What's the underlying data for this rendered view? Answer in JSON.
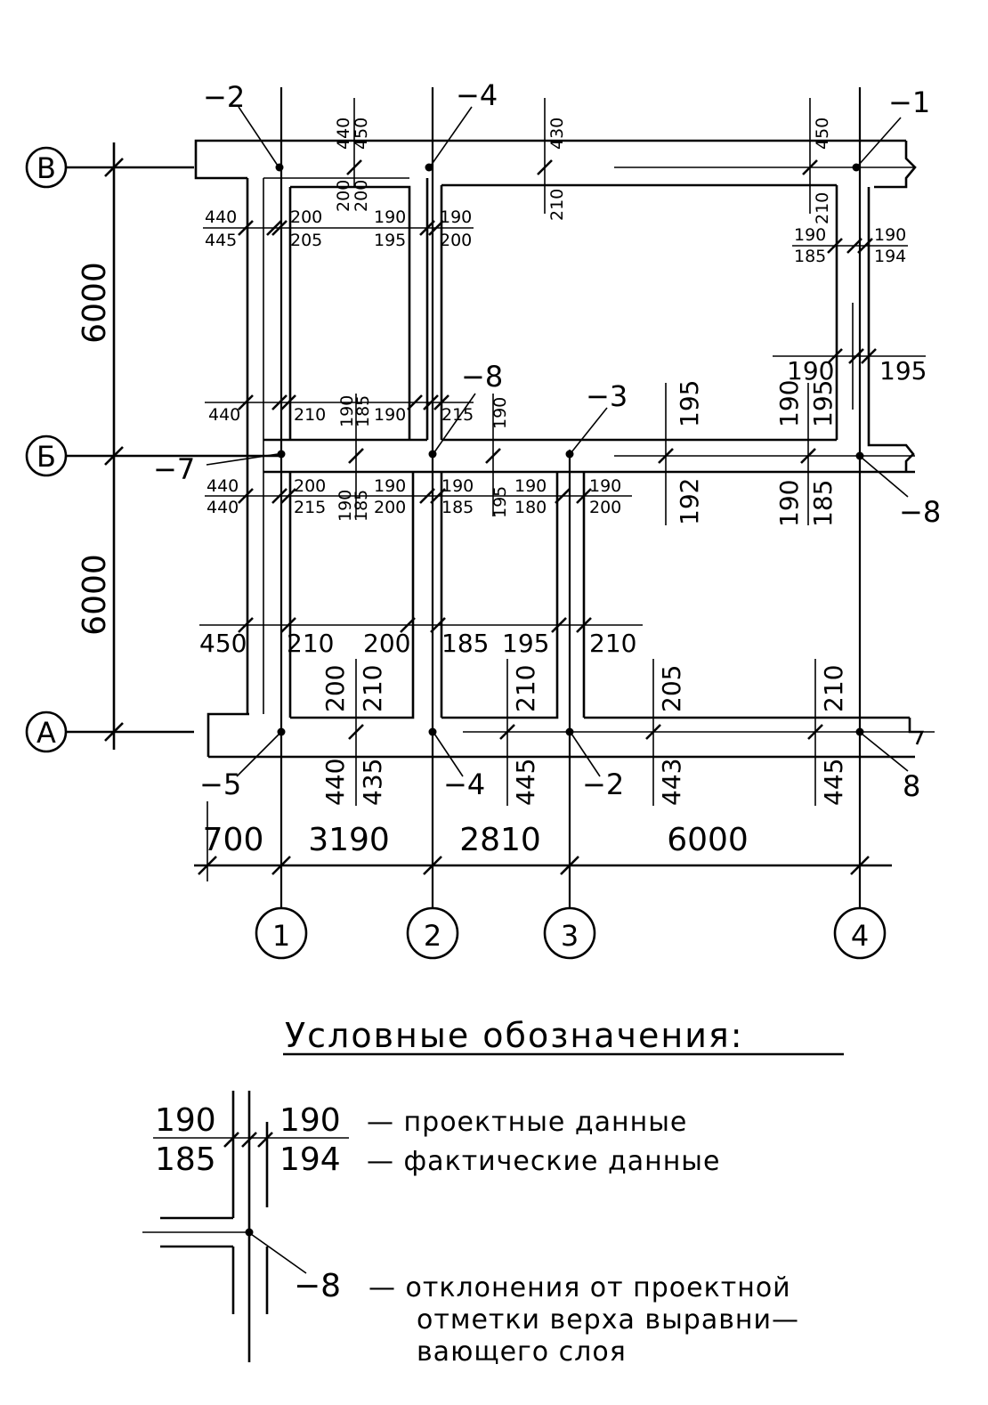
{
  "axes": {
    "rows": [
      "В",
      "Б",
      "А"
    ],
    "cols": [
      "1",
      "2",
      "3",
      "4"
    ]
  },
  "spans": {
    "vertical": [
      "6000",
      "6000"
    ],
    "horizontal": [
      "700",
      "3190",
      "2810",
      "6000"
    ]
  },
  "marks": {
    "m_v1": "−2",
    "m_v2": "−4",
    "m_v4": "−1",
    "m_b1": "−7",
    "m_b2": "−8",
    "m_b3": "−3",
    "m_b4": "−8",
    "m_a1": "−5",
    "m_a2": "−4",
    "m_a3": "−2",
    "m_a4": "8"
  },
  "dims": {
    "v_440_450": [
      "440",
      "450"
    ],
    "v_430": "430",
    "v_450": "450",
    "v_210_top": "210",
    "v_200_200": [
      "200",
      "200"
    ],
    "v_210_c4": "210",
    "r1": [
      [
        "440",
        "445"
      ],
      [
        "200",
        "205"
      ],
      [
        "190",
        "195"
      ],
      [
        "190",
        "200"
      ],
      [
        "190",
        "185"
      ],
      [
        "190",
        "194"
      ]
    ],
    "r2": [
      "190",
      "195"
    ],
    "r3": [
      "440",
      "210",
      "190",
      "185",
      "190",
      "215",
      "190",
      "195",
      "190",
      "195"
    ],
    "r4": [
      [
        "440",
        "440"
      ],
      [
        "200",
        "215"
      ],
      [
        "190",
        "185"
      ],
      [
        "190",
        "200"
      ],
      [
        "190",
        "185"
      ],
      [
        "195"
      ],
      [
        "190",
        "180"
      ],
      [
        "190",
        "200"
      ],
      [
        "192"
      ],
      [
        "190",
        "185"
      ]
    ],
    "r5": [
      "450",
      "210",
      "200",
      "185",
      "195",
      "210"
    ],
    "r6": [
      [
        "200",
        "210"
      ],
      [
        "210"
      ],
      [
        "205"
      ],
      [
        "210"
      ]
    ],
    "r7": [
      [
        "440",
        "435"
      ],
      [
        "445"
      ],
      [
        "443"
      ],
      [
        "445"
      ]
    ]
  },
  "legend": {
    "title": "Условные обозначения:",
    "design_top": "190",
    "design_top2": "190",
    "actual_bot": "185",
    "actual_bot2": "194",
    "design_label": "— проектные данные",
    "actual_label": "— фактические данные",
    "dev_mark": "−8",
    "dev_label_1": "— отклонения от проектной",
    "dev_label_2": "отметки верха выравни—",
    "dev_label_3": "вающего слоя"
  }
}
